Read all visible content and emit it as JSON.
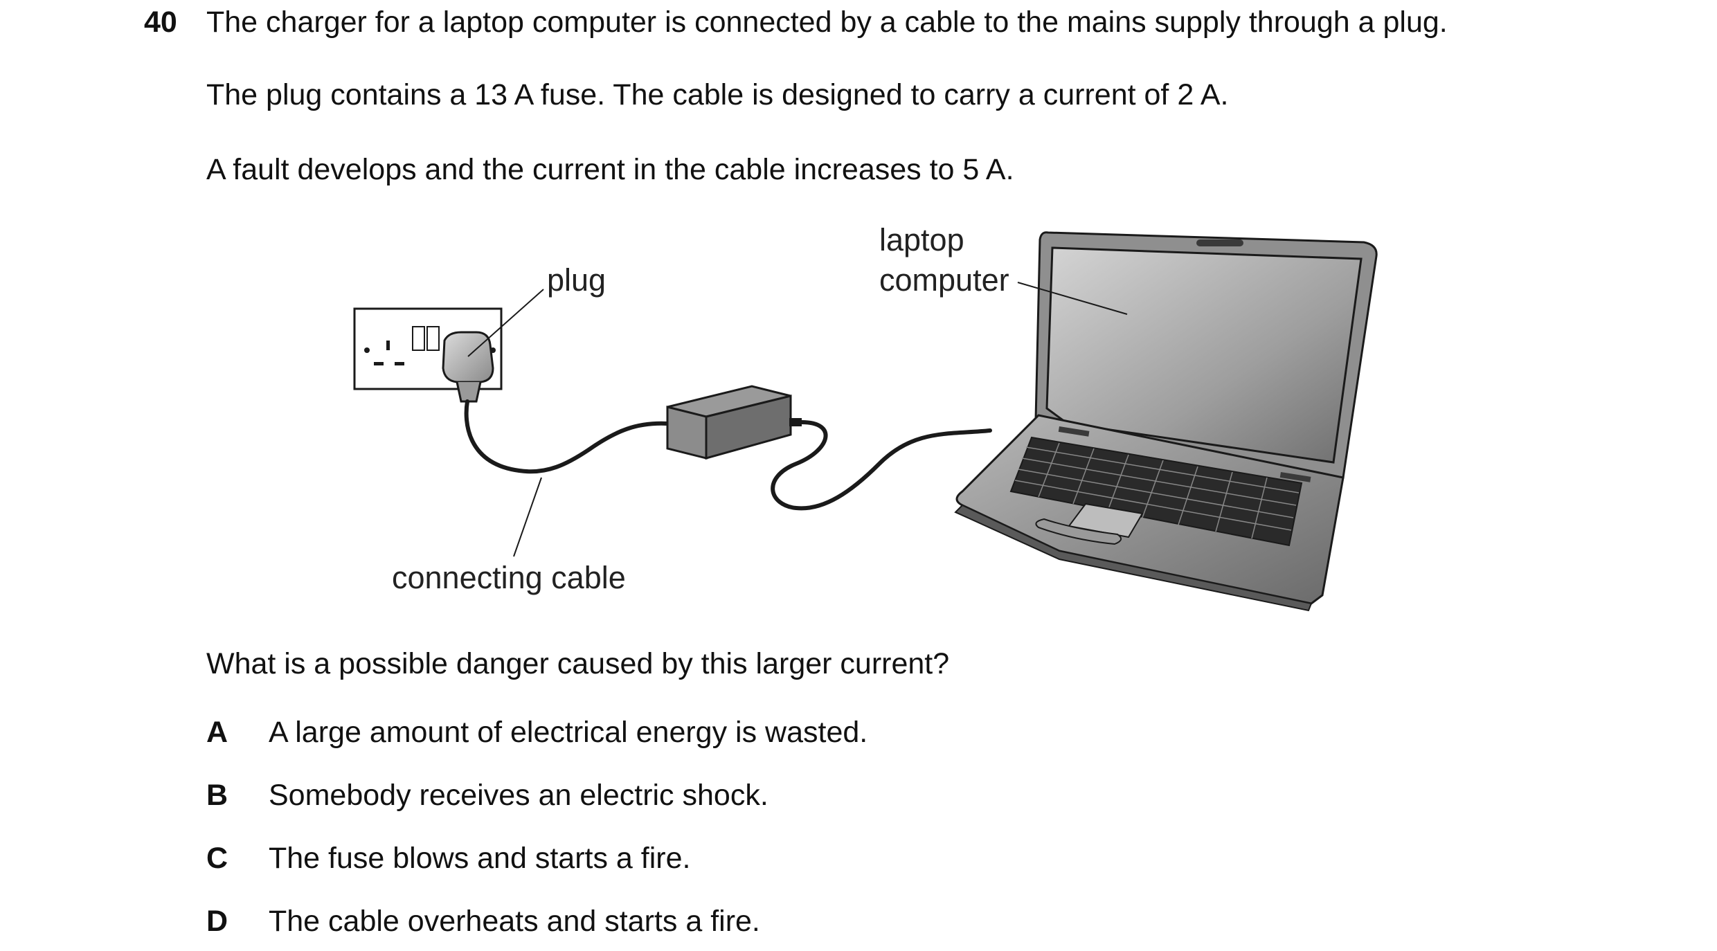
{
  "question": {
    "number": "40",
    "line1": "The charger for a laptop computer is connected by a cable to the mains supply through a plug.",
    "line2": "The plug contains a 13 A fuse. The cable is designed to carry a current of 2 A.",
    "line3": "A fault develops and the current in the cable increases to 5 A.",
    "prompt": "What is a possible danger caused by this larger current?"
  },
  "figure": {
    "label_plug": "plug",
    "label_laptop_1": "laptop",
    "label_laptop_2": "computer",
    "label_cable": "connecting cable"
  },
  "options": [
    {
      "letter": "A",
      "text": "A large amount of electrical energy is wasted."
    },
    {
      "letter": "B",
      "text": "Somebody receives an electric shock."
    },
    {
      "letter": "C",
      "text": "The fuse blows and starts a fire."
    },
    {
      "letter": "D",
      "text": "The cable overheats and starts a fire."
    }
  ]
}
